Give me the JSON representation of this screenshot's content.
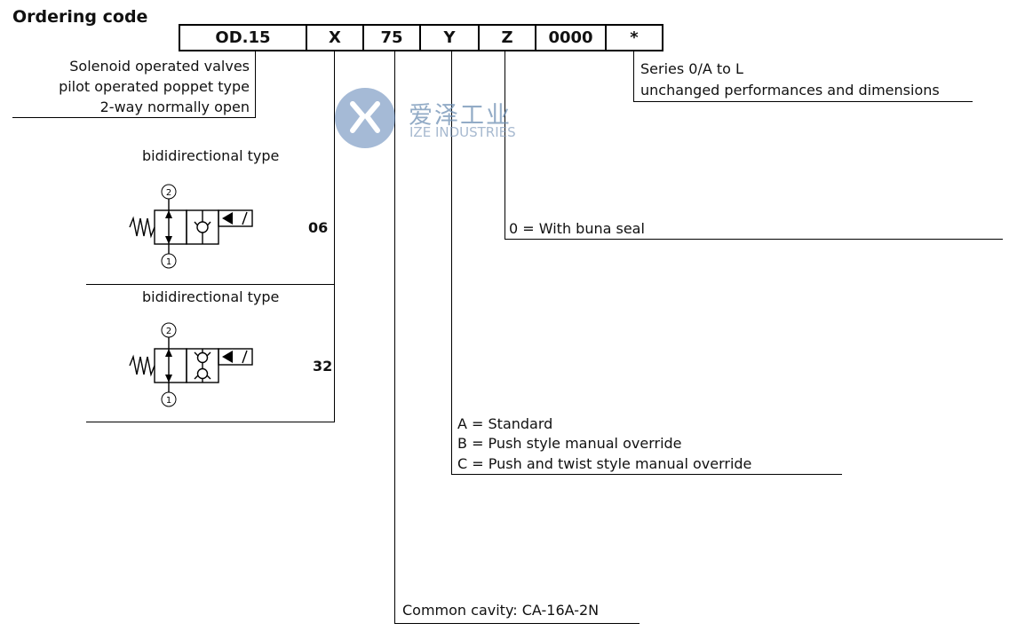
{
  "title": "Ordering code",
  "code_fields": [
    "OD.15",
    "X",
    "75",
    "Y",
    "Z",
    "0000",
    "*"
  ],
  "product_desc": [
    "Solenoid operated valves",
    "pilot operated poppet type",
    "2-way normally open"
  ],
  "series_desc": [
    "Series 0/A to L",
    "unchanged performances and dimensions"
  ],
  "seal_desc": "0 = With buna seal",
  "types": [
    {
      "label": "bididirectional type",
      "code": "06",
      "port_top": "2",
      "port_bottom": "1"
    },
    {
      "label": "bididirectional type",
      "code": "32",
      "port_top": "2",
      "port_bottom": "1"
    }
  ],
  "override_options": [
    "A = Standard",
    "B = Push style manual override",
    "C = Push and twist style manual override"
  ],
  "cavity_desc": "Common cavity: CA-16A-2N",
  "watermark": {
    "cn": "爱泽工业",
    "en": "IZE INDUSTRIES",
    "color": "#5b82b5"
  }
}
